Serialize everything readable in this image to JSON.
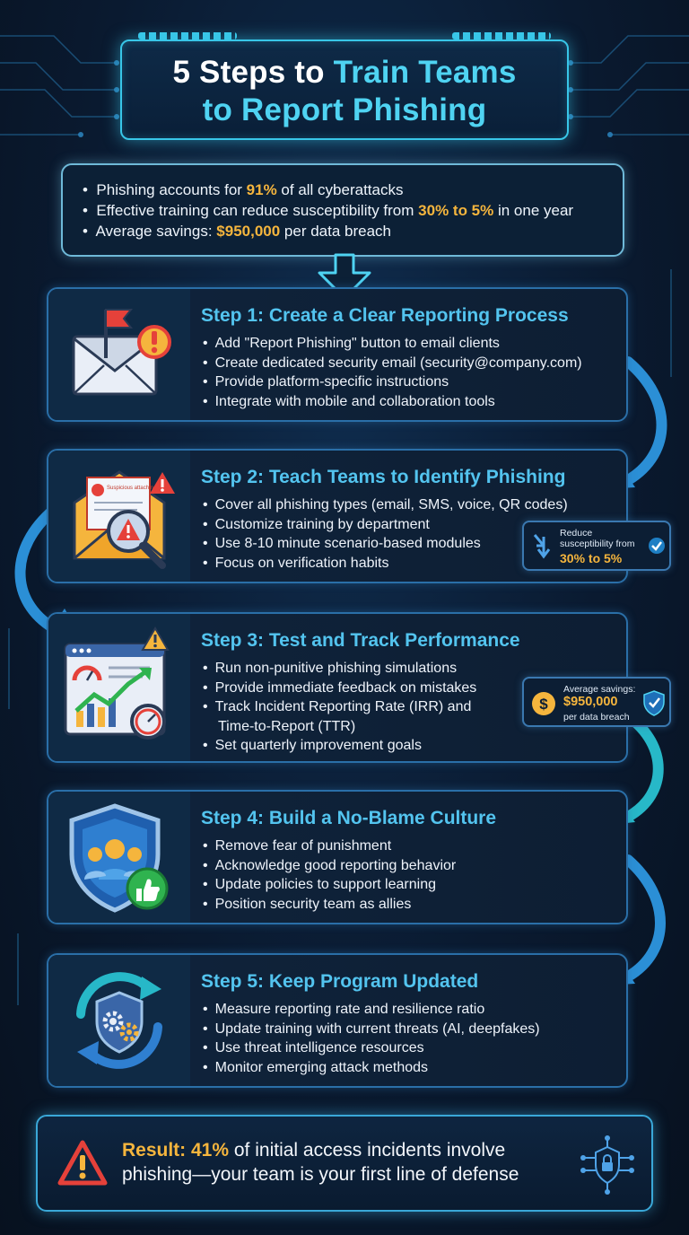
{
  "title": {
    "part1": "5 Steps to ",
    "part2": "Train Teams",
    "line2": "to Report Phishing"
  },
  "stats": {
    "line1": {
      "pre": "Phishing accounts for ",
      "hl": "91%",
      "post": " of all cyberattacks"
    },
    "line2": {
      "pre": "Effective training can reduce susceptibility from ",
      "hl": "30% to 5%",
      "post": " in one year"
    },
    "line3": {
      "pre": "Average savings: ",
      "hl": "$950,000",
      "post": " per data breach"
    }
  },
  "steps": [
    {
      "title": "Step 1: Create a Clear Reporting Process",
      "icon": "flagged-email-icon",
      "bullets": [
        "Add \"Report Phishing\" button to email clients",
        "Create dedicated security email (security@company.com)",
        "Provide platform-specific instructions",
        "Integrate with mobile and collaboration tools"
      ]
    },
    {
      "title": "Step 2: Teach Teams to Identify Phishing",
      "icon": "suspicious-email-magnifier-icon",
      "email_label": "Suspicious attachments",
      "bullets": [
        "Cover all phishing types (email, SMS, voice, QR codes)",
        "Customize training by department",
        "Use 8-10 minute scenario-based modules",
        "Focus on verification habits"
      ]
    },
    {
      "title": "Step 3: Test and Track Performance",
      "icon": "performance-dashboard-icon",
      "bullets": [
        "Run non-punitive phishing simulations",
        "Provide immediate feedback on mistakes",
        "Track Incident Reporting Rate (IRR) and",
        "Time-to-Report (TTR)",
        "Set quarterly improvement goals"
      ]
    },
    {
      "title": "Step 4: Build a No-Blame Culture",
      "icon": "shield-team-thumbs-up-icon",
      "bullets": [
        "Remove fear of punishment",
        "Acknowledge good reporting behavior",
        "Update policies to support learning",
        "Position security team as allies"
      ]
    },
    {
      "title": "Step 5: Keep Program Updated",
      "icon": "refresh-shield-gears-icon",
      "bullets": [
        "Measure reporting rate and resilience ratio",
        "Update training with current threats (AI, deepfakes)",
        "Use threat intelligence resources",
        "Monitor emerging attack methods"
      ]
    }
  ],
  "callouts": {
    "susceptibility": {
      "label1": "Reduce",
      "label2": "susceptibility from",
      "value": "30% to 5%"
    },
    "savings": {
      "label": "Average savings:",
      "value": "$950,000",
      "sub": "per data breach"
    }
  },
  "result": {
    "hl": "Result: 41%",
    "text1": " of initial access incidents involve",
    "text2": "phishing—your team is your first line of defense"
  },
  "colors": {
    "accent_cyan": "#4fd3f2",
    "accent_gold": "#f5b53d",
    "warning_red": "#e5413a",
    "background": "#0a1a30"
  }
}
